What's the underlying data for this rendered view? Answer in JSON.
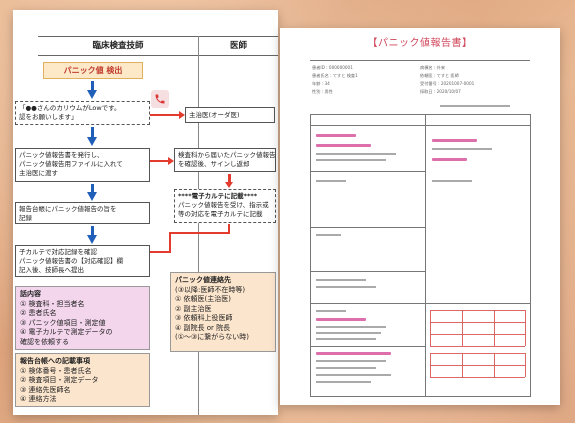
{
  "flow": {
    "headers": [
      "臨床検査技師",
      "医師"
    ],
    "start": "パニック値 検出",
    "step1": [
      "「●●さんのカリウムがLowです。",
      "認をお願いします」"
    ],
    "doctor1": "主治医(オーダ医)",
    "step2": [
      "パニック値報告書を発行し、",
      "パニック値報告用ファイルに入れて",
      "主治医に渡す"
    ],
    "doctor2": [
      "検査科から届いたパニック値報告",
      "を確認後、サインし返却"
    ],
    "step3": [
      "報告台帳にパニック値報告の旨を",
      "記録"
    ],
    "doctor3": [
      "****電子カルテに記載****",
      "パニック値報告を受け、指示或",
      "等の対応を電子カルテに記載"
    ],
    "step4": [
      "子カルテで対応記録を確認",
      "パニック値報告書の【対応確認】欄",
      "記入後、技師長へ提出"
    ],
    "pink": [
      "話内容",
      "① 検査科・担当者名",
      "② 患者氏名",
      "③ パニック値項目・測定値",
      "④ 電子カルテで測定データの",
      "確認を依頼する"
    ],
    "peach": [
      "報告台帳への記載事項",
      "① 検体番号・患者氏名",
      "② 検査項目・測定データ",
      "③ 連絡先医師名",
      "④ 連絡方法"
    ],
    "order": [
      "パニック値連絡先",
      "(③以降:医師不在時等)",
      "① 依頼医(主治医)",
      "② 副主治医",
      "③ 依頼科上役医師",
      "④ 副院長 or 院長",
      "(①〜③に繋がらない時)"
    ]
  },
  "report": {
    "title": "【パニック値報告書】",
    "meta": [
      "患者ID : 000000001",
      "患者氏名 : てすと 検査1",
      "年齢 : 34",
      "性別 : 男性",
      "病棟名 : 外来",
      "依頼医 : てすと 医師",
      "受付番号 : 20201007-0001",
      "採取日 : 2020/10/07"
    ]
  }
}
